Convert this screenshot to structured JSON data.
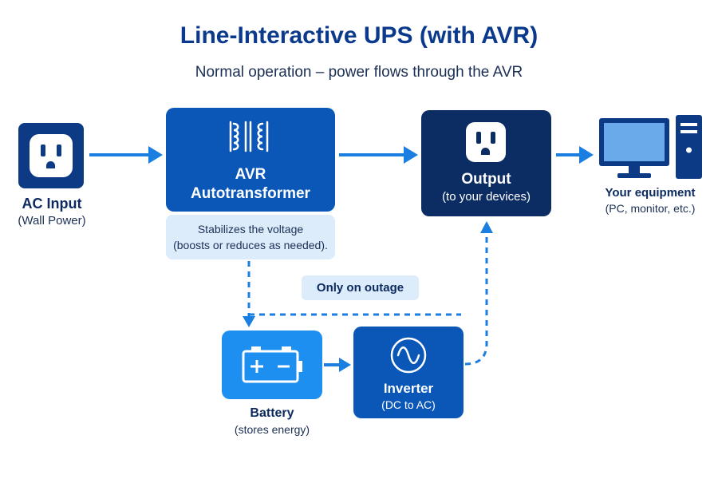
{
  "title": "Line-Interactive UPS (with AVR)",
  "subtitle": "Normal operation – power flows through the AVR",
  "ac_input": {
    "label": "AC Input",
    "sublabel": "(Wall Power)"
  },
  "avr": {
    "label_line1": "AVR",
    "label_line2": "Autotransformer",
    "note_line1": "Stabilizes the voltage",
    "note_line2": "(boosts or reduces as needed)."
  },
  "output": {
    "label": "Output",
    "sublabel": "(to your devices)"
  },
  "equipment": {
    "label": "Your equipment",
    "sublabel": "(PC, monitor, etc.)"
  },
  "outage_note": "Only on outage",
  "battery": {
    "label": "Battery",
    "sublabel": "(stores energy)"
  },
  "inverter": {
    "label": "Inverter",
    "sublabel": "(DC to AC)"
  },
  "colors": {
    "primary_blue": "#0b57b8",
    "dark_navy": "#0c2d63",
    "light_blue": "#1d8ff0",
    "arrow_blue": "#1a7fe0",
    "pale_blue": "#dcecfb"
  }
}
